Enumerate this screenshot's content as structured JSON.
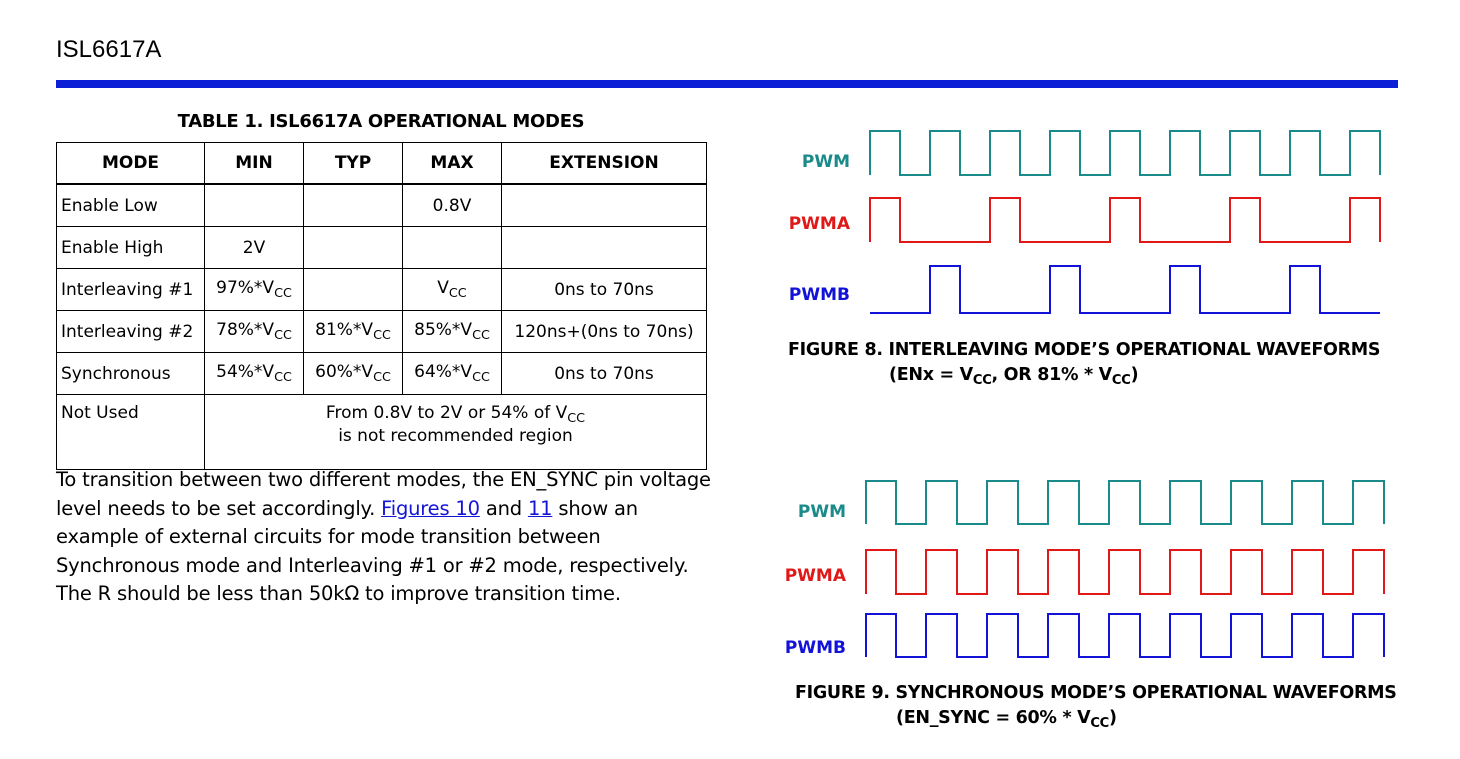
{
  "header": {
    "title": "ISL6617A"
  },
  "colors": {
    "rule": "#0a1fd6",
    "pwm": "#1a8a8a",
    "pwma": "#e01818",
    "pwmb": "#1212d8",
    "link": "#1515d6"
  },
  "table": {
    "caption": "TABLE 1.  ISL6617A OPERATIONAL MODES",
    "headers": [
      "MODE",
      "MIN",
      "TYP",
      "MAX",
      "EXTENSION"
    ],
    "vcc_base": "V",
    "vcc_sub": "CC",
    "rows": [
      {
        "mode": "Enable Low",
        "min": "",
        "typ": "",
        "max": "0.8V",
        "ext": ""
      },
      {
        "mode": "Enable High",
        "min": "2V",
        "typ": "",
        "max": "",
        "ext": ""
      },
      {
        "mode": "Interleaving #1",
        "min_pre": "97%*",
        "typ": "",
        "max_pre": "",
        "ext": "0ns to 70ns"
      },
      {
        "mode": "Interleaving #2",
        "min_pre": "78%*",
        "typ_pre": "81%*",
        "max_pre": "85%*",
        "ext": "120ns+(0ns to 70ns)"
      },
      {
        "mode": "Synchronous",
        "min_pre": "54%*",
        "typ_pre": "60%*",
        "max_pre": "64%*",
        "ext": "0ns to 70ns"
      }
    ],
    "not_used": {
      "mode": "Not Used",
      "line1_pre": "From 0.8V to 2V or 54% of ",
      "line2": "is not recommended region"
    }
  },
  "paragraph": {
    "p1": "To transition between two different modes, the EN_SYNC pin voltage level needs to be set accordingly. ",
    "link1": "Figures 10",
    "mid": " and ",
    "link2": "11",
    "p2": " show an example of external circuits for mode transition between Synchronous mode and Interleaving #1 or #2 mode, respectively. The R should be less than 50kΩ to improve transition time."
  },
  "figure8": {
    "signals": [
      "PWM",
      "PWMA",
      "PWMB"
    ],
    "caption_line1": "FIGURE 8.  INTERLEAVING MODE’S OPERATIONAL WAVEFORMS",
    "caption_l2_a": "(ENx = ",
    "caption_l2_b": ", OR 81% * ",
    "caption_l2_c": ")"
  },
  "figure9": {
    "signals": [
      "PWM",
      "PWMA",
      "PWMB"
    ],
    "caption_line1": "FIGURE 9.  SYNCHRONOUS MODE’S OPERATIONAL WAVEFORMS",
    "caption_l2_a": "(EN_SYNC = 60% * ",
    "caption_l2_b": ")"
  }
}
